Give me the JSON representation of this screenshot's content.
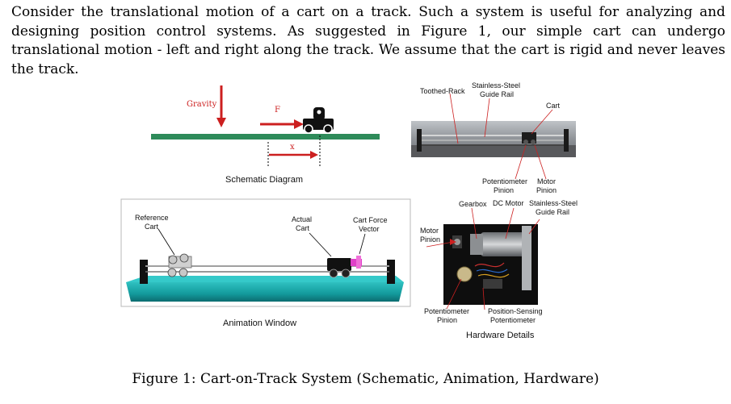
{
  "paragraph": "Consider the translational motion of a cart on a track. Such a system is useful for analyzing and designing position control systems. As suggested in Figure 1, our simple cart can undergo translational motion - left and right along the track. We assume that the cart is rigid and never leaves the track.",
  "schematic": {
    "gravity_label": "Gravity",
    "force_label": "F",
    "x_label": "x",
    "caption": "Schematic Diagram"
  },
  "hardware_top": {
    "toothed_rack": "Toothed-Rack",
    "stainless_guide_rail": [
      "Stainless-Steel",
      "Guide Rail"
    ],
    "cart": "Cart",
    "potentiometer_pinion": [
      "Potentiometer",
      "Pinion"
    ],
    "motor_pinion": [
      "Motor",
      "Pinion"
    ]
  },
  "animation": {
    "reference_cart": [
      "Reference",
      "Cart"
    ],
    "actual_cart": [
      "Actual",
      "Cart"
    ],
    "cart_force_vector": [
      "Cart Force",
      "Vector"
    ],
    "caption": "Animation Window"
  },
  "hardware_detail": {
    "gearbox": "Gearbox",
    "dc_motor": "DC Motor",
    "stainless_guide_rail": [
      "Stainless-Steel",
      "Guide Rail"
    ],
    "motor_pinion": [
      "Motor",
      "Pinion"
    ],
    "potentiometer_pinion": [
      "Potentiometer",
      "Pinion"
    ],
    "position_sensing_potentiometer": [
      "Position-Sensing",
      "Potentiometer"
    ],
    "caption": "Hardware Details"
  },
  "figure_caption": "Figure 1: Cart-on-Track System (Schematic, Animation, Hardware)",
  "colors": {
    "track_green": "#2e8b5a",
    "arrow_red": "#cc1f1f",
    "animation_cyan": "#1aa3a3",
    "force_magenta": "#e040c8"
  }
}
